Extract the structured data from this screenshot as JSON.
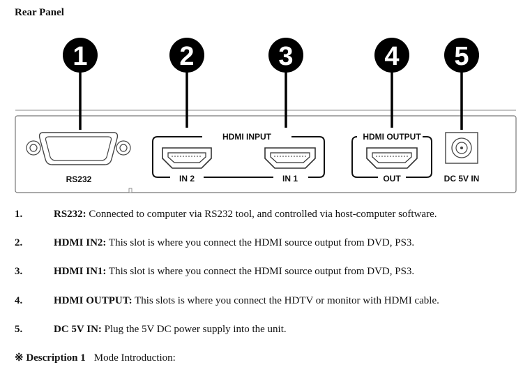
{
  "section_title": "Rear Panel",
  "callouts": [
    "1",
    "2",
    "3",
    "4",
    "5"
  ],
  "panel": {
    "rs232_label": "RS232",
    "hdmi_input_label": "HDMI INPUT",
    "in2_label": "IN 2",
    "in1_label": "IN 1",
    "hdmi_output_label": "HDMI OUTPUT",
    "out_label": "OUT",
    "dc_label": "DC 5V IN"
  },
  "descriptions": [
    {
      "num": "1.",
      "term": "RS232:",
      "text": " Connected to computer via RS232 tool, and controlled via host-computer software."
    },
    {
      "num": "2.",
      "term": "HDMI IN2:",
      "text": " This slot is where you connect the HDMI source output from DVD, PS3."
    },
    {
      "num": "3.",
      "term": "HDMI IN1:",
      "text": " This slot is where you connect the HDMI source output from DVD, PS3."
    },
    {
      "num": "4.",
      "term": "HDMI OUTPUT:",
      "text": " This slots is where you connect the HDTV or monitor with HDMI cable."
    },
    {
      "num": "5.",
      "term": "DC 5V IN:",
      "text": " Plug the 5V DC power supply into the unit."
    }
  ],
  "note": {
    "term": "※ Description 1",
    "text": "Mode Introduction:"
  }
}
